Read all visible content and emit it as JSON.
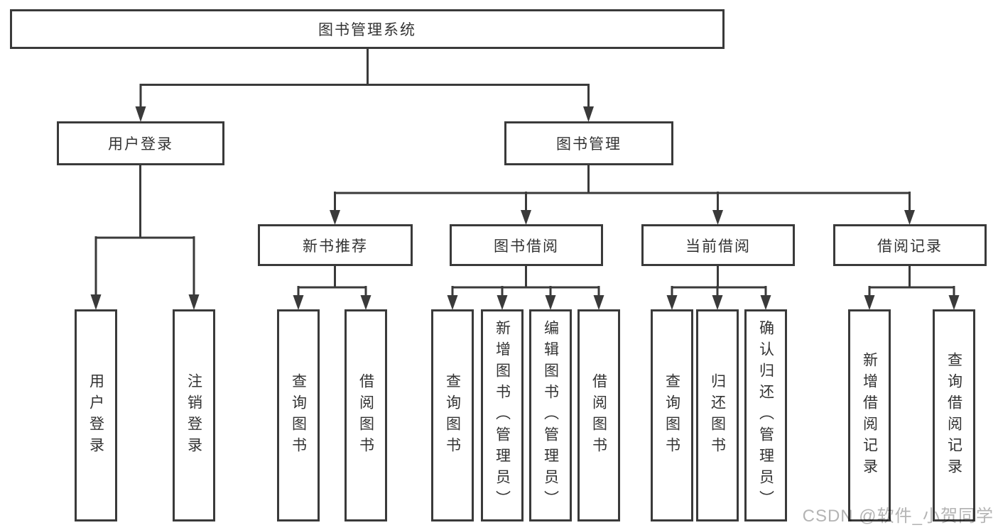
{
  "tree": {
    "root": "图书管理系统",
    "user_login": {
      "label": "用户登录",
      "children": [
        "用户登录",
        "注销登录"
      ]
    },
    "book_mgmt": {
      "label": "图书管理",
      "sections": [
        {
          "label": "新书推荐",
          "children": [
            "查询图书",
            "借阅图书"
          ]
        },
        {
          "label": "图书借阅",
          "children": [
            "查询图书",
            "新增图书（管理员）",
            "编辑图书（管理员）",
            "借阅图书"
          ]
        },
        {
          "label": "当前借阅",
          "children": [
            "查询图书",
            "归还图书",
            "确认归还（管理员）"
          ]
        },
        {
          "label": "借阅记录",
          "children": [
            "新增借阅记录",
            "查询借阅记录"
          ]
        }
      ]
    }
  },
  "watermark": "CSDN @软件_小贺同学",
  "colors": {
    "line": "#3a3a3a",
    "text": "#333333",
    "background": "#ffffff",
    "watermark": "#b4b4b4"
  }
}
